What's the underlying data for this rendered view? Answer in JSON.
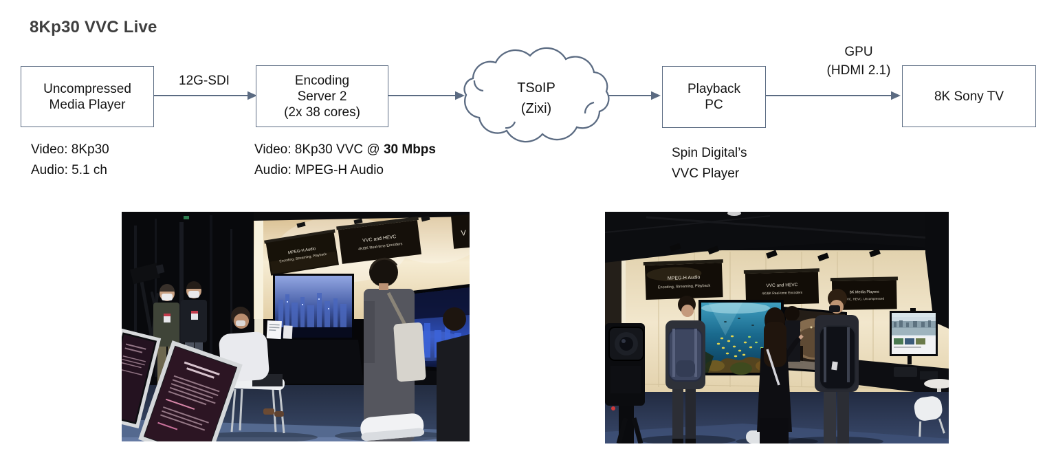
{
  "title": "8Kp30 VVC Live",
  "colors": {
    "accent": "#5b6b82",
    "title_text": "#3f3f3f",
    "body_text": "#111111"
  },
  "pipeline": {
    "boxes": [
      {
        "line1": "Uncompressed",
        "line2": "Media Player"
      },
      {
        "line1": "Encoding",
        "line2": "Server 2",
        "line3": "(2x 38 cores)"
      },
      {
        "line1": "Playback",
        "line2": "PC"
      },
      {
        "line1": "8K Sony TV"
      }
    ],
    "cloud": {
      "line1": "TSoIP",
      "line2": "(Zixi)"
    },
    "link_sdi_label": "12G-SDI",
    "link_gpu": {
      "line1": "GPU",
      "line2": "(HDMI 2.1)"
    }
  },
  "annotations": {
    "source": {
      "line1": "Video: 8Kp30",
      "line2": "Audio: 5.1 ch"
    },
    "encoder": {
      "line1_prefix": "Video: 8Kp30 VVC @ ",
      "line1_bold": "30 Mbps",
      "line2": "Audio: MPEG-H Audio"
    },
    "playback": {
      "line1": "Spin Digital’s",
      "line2": "VVC Player"
    }
  },
  "photos": {
    "left": {
      "banners": [
        {
          "line1": "MPEG-H Audio",
          "line2": "Encoding, Streaming, Playback"
        },
        {
          "line1": "VVC and HEVC",
          "line2": "4K/8K Real-time Encoders"
        },
        {
          "line1": "V"
        }
      ]
    },
    "right": {
      "banners": [
        {
          "line1": "MPEG-H Audio",
          "line2": "Encoding, Streaming, Playback"
        },
        {
          "line1": "VVC and HEVC",
          "line2": "4K/8K Real-time Encoders"
        },
        {
          "line1": "8K Media Players",
          "line2": "VVC, HEVC, Uncompressed"
        }
      ]
    }
  }
}
